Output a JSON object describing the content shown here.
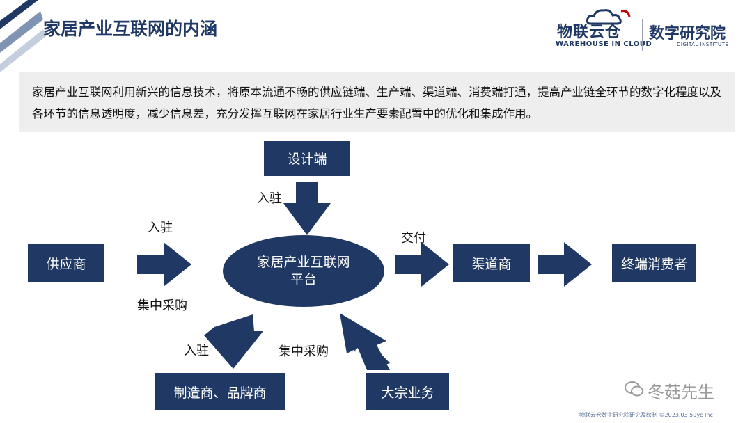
{
  "header": {
    "title": "家居产业互联网的内涵"
  },
  "logos": {
    "brand_name": "物联云仓",
    "brand_sub": "WAREHOUSE IN CLOUD",
    "institute_name": "数字研究院",
    "institute_sub": "DIGITAL INSTITUTE"
  },
  "intro": "家居产业互联网利用新兴的信息技术，将原本流通不畅的供应链端、生产端、渠道端、消费端打通，提高产业链全环节的数字化程度以及各环节的信息透明度，减少信息差，充分发挥互联网在家居行业生产要素配置中的优化和集成作用。",
  "diagram": {
    "nodes": {
      "design": "设计端",
      "supplier": "供应商",
      "platform_line1": "家居产业互联网",
      "platform_line2": "平台",
      "channel": "渠道商",
      "consumer": "终端消费者",
      "manufacturer": "制造商、品牌商",
      "bulk": "大宗业务"
    },
    "edge_labels": {
      "design_settle": "入驻",
      "supplier_settle": "入驻",
      "supplier_purchase": "集中采购",
      "delivery": "交付",
      "manufacturer_settle": "入驻",
      "bulk_purchase": "集中采购"
    }
  },
  "watermark": "冬菇先生",
  "footer": "物联云仓数字研究院研究及绘制    ©2023.03 50yc Inc",
  "colors": {
    "primary": "#1f3864",
    "accent": "#c00000",
    "panel": "#eeeeee"
  }
}
